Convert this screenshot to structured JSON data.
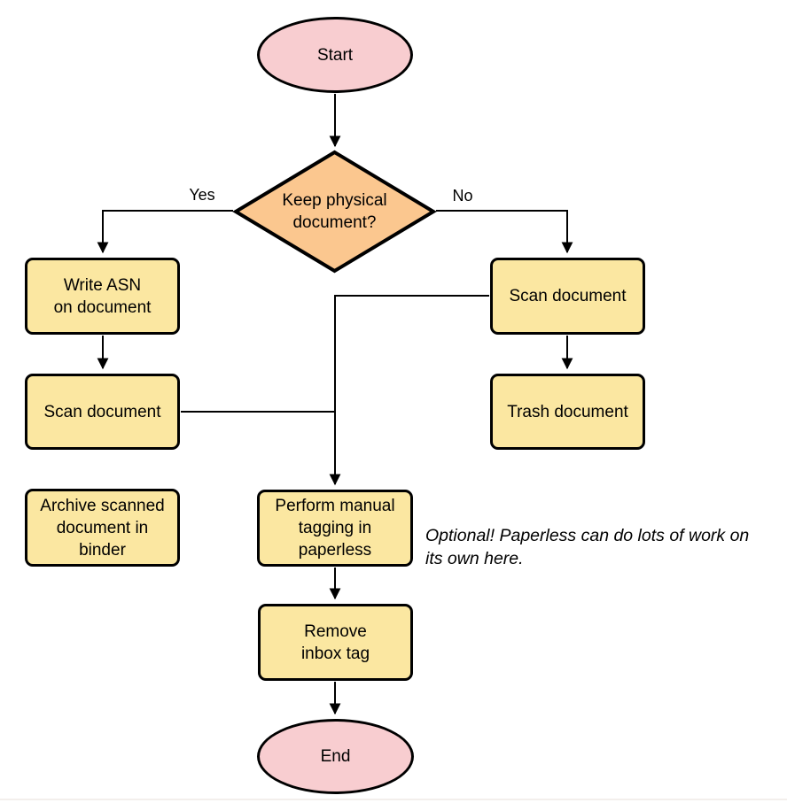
{
  "diagram": {
    "nodes": {
      "start": {
        "label": "Start"
      },
      "decision": {
        "label": "Keep physical\ndocument?"
      },
      "write_asn": {
        "label": "Write ASN\non document"
      },
      "scan_left": {
        "label": "Scan document"
      },
      "archive": {
        "label": "Archive scanned\ndocument in\nbinder"
      },
      "scan_right": {
        "label": "Scan document"
      },
      "trash": {
        "label": "Trash document"
      },
      "tagging": {
        "label": "Perform manual\ntagging in\npaperless"
      },
      "remove_inbox": {
        "label": "Remove\ninbox tag"
      },
      "end": {
        "label": "End"
      }
    },
    "edge_labels": {
      "yes": "Yes",
      "no": "No"
    },
    "note": "Optional! Paperless can do lots of work on\nits own here.",
    "colors": {
      "terminal_fill": "#F8CDD0",
      "decision_fill": "#FBC78F",
      "process_fill": "#FBE7A1",
      "stroke": "#000000",
      "connector": "#000000"
    }
  }
}
